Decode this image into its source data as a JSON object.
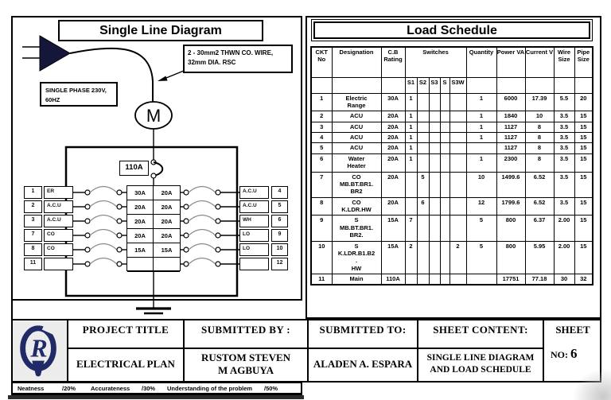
{
  "titles": {
    "single_line_diagram": "Single Line Diagram",
    "load_schedule": "Load Schedule"
  },
  "colors": {
    "ink": "#000000",
    "logo_navy": "#1f2a66",
    "plug_fill": "#15173a",
    "arc_gray": "#8a8a8a"
  },
  "diagram": {
    "wire_note_line1": "2 - 30mm2 THWN CO. WIRE,",
    "wire_note_line2": "32mm DIA. RSC",
    "phase_note_line1": "SINGLE PHASE 230V,",
    "phase_note_line2": "60HZ",
    "meter_label": "M",
    "main_breaker_rating": "110A",
    "breaker_grid": [
      "30A",
      "20A",
      "20A",
      "20A",
      "20A",
      "20A",
      "20A",
      "20A",
      "15A",
      "15A",
      "",
      ""
    ],
    "left_circuits": [
      {
        "no": "1",
        "label": "ER"
      },
      {
        "no": "2",
        "label": "A.C.U"
      },
      {
        "no": "3",
        "label": "A.C.U"
      },
      {
        "no": "7",
        "label": "CO"
      },
      {
        "no": "8",
        "label": "CO"
      },
      {
        "no": "11",
        "label": ""
      }
    ],
    "right_circuits": [
      {
        "label": "A.C.U",
        "no": "4"
      },
      {
        "label": "A.C.U",
        "no": "5"
      },
      {
        "label": "WH",
        "no": "6"
      },
      {
        "label": "LO",
        "no": "9"
      },
      {
        "label": "LO",
        "no": "10"
      },
      {
        "label": "",
        "no": "12"
      }
    ]
  },
  "load_schedule": {
    "headers": {
      "ckt": "CKT No",
      "designation": "Designation",
      "cb": "C.B Rating",
      "switches": "Switches",
      "qty": "Quantity",
      "power": "Power VA",
      "current": "Current V",
      "wire": "Wire Size",
      "pipe": "Pipe Size"
    },
    "switch_headers": [
      "S1",
      "S2",
      "S3",
      "S",
      "S3W"
    ],
    "row_keys": [
      "ckt",
      "designation",
      "cb",
      "s1",
      "s2",
      "s3",
      "s",
      "s3w",
      "qty",
      "power",
      "current",
      "wire",
      "pipe"
    ],
    "rows": [
      {
        "ckt": "1",
        "designation": "Electric\nRange",
        "cb": "30A",
        "s1": "1",
        "s2": "",
        "s3": "",
        "s": "",
        "s3w": "",
        "qty": "1",
        "power": "6000",
        "current": "17.39",
        "wire": "5.5",
        "pipe": "20"
      },
      {
        "ckt": "2",
        "designation": "ACU",
        "cb": "20A",
        "s1": "1",
        "s2": "",
        "s3": "",
        "s": "",
        "s3w": "",
        "qty": "1",
        "power": "1840",
        "current": "10",
        "wire": "3.5",
        "pipe": "15"
      },
      {
        "ckt": "3",
        "designation": "ACU",
        "cb": "20A",
        "s1": "1",
        "s2": "",
        "s3": "",
        "s": "",
        "s3w": "",
        "qty": "1",
        "power": "1127",
        "current": "8",
        "wire": "3.5",
        "pipe": "15"
      },
      {
        "ckt": "4",
        "designation": "ACU",
        "cb": "20A",
        "s1": "1",
        "s2": "",
        "s3": "",
        "s": "",
        "s3w": "",
        "qty": "1",
        "power": "1127",
        "current": "8",
        "wire": "3.5",
        "pipe": "15"
      },
      {
        "ckt": "5",
        "designation": "ACU",
        "cb": "20A",
        "s1": "1",
        "s2": "",
        "s3": "",
        "s": "",
        "s3w": "",
        "qty": "",
        "power": "1127",
        "current": "8",
        "wire": "3.5",
        "pipe": "15"
      },
      {
        "ckt": "6",
        "designation": "Water\nHeater",
        "cb": "20A",
        "s1": "1",
        "s2": "",
        "s3": "",
        "s": "",
        "s3w": "",
        "qty": "1",
        "power": "2300",
        "current": "8",
        "wire": "3.5",
        "pipe": "15"
      },
      {
        "ckt": "7",
        "designation": "CO\nMB.BT.BR1.\nBR2",
        "cb": "20A",
        "s1": "",
        "s2": "5",
        "s3": "",
        "s": "",
        "s3w": "",
        "qty": "10",
        "power": "1499.6",
        "current": "6.52",
        "wire": "3.5",
        "pipe": "15"
      },
      {
        "ckt": "8",
        "designation": "CO\nK.LDR.HW",
        "cb": "20A",
        "s1": "",
        "s2": "6",
        "s3": "",
        "s": "",
        "s3w": "",
        "qty": "12",
        "power": "1799.6",
        "current": "6.52",
        "wire": "3.5",
        "pipe": "15"
      },
      {
        "ckt": "9",
        "designation": "S\nMB.BT.BR1.\nBR2.",
        "cb": "15A",
        "s1": "7",
        "s2": "",
        "s3": "",
        "s": "",
        "s3w": "",
        "qty": "5",
        "power": "800",
        "current": "6.37",
        "wire": "2.00",
        "pipe": "15"
      },
      {
        "ckt": "10",
        "designation": "S\nK.LDR.B1.B2\n.\nHW",
        "cb": "15A",
        "s1": "2",
        "s2": "",
        "s3": "",
        "s": "",
        "s3w": "2",
        "qty": "5",
        "power": "800",
        "current": "5.95",
        "wire": "2.00",
        "pipe": "15"
      },
      {
        "ckt": "11",
        "designation": "Main",
        "cb": "110A",
        "s1": "",
        "s2": "",
        "s3": "",
        "s": "",
        "s3w": "",
        "qty": "",
        "power": "17751",
        "current": "77.18",
        "wire": "30",
        "pipe": "32"
      }
    ]
  },
  "title_block": {
    "project_title_label": "PROJECT TITLE",
    "project_title": "ELECTRICAL PLAN",
    "submitted_by_label": "SUBMITTED BY :",
    "submitted_by": "RUSTOM STEVEN M AGBUYA",
    "submitted_to_label": "SUBMITTED TO:",
    "submitted_to": "ALADEN A. ESPARA",
    "sheet_content_label": "SHEET CONTENT:",
    "sheet_content": "SINGLE LINE DIAGRAM AND LOAD SCHEDULE",
    "sheet_label": "SHEET",
    "sheet_no_label": "NO:",
    "sheet_no": "6"
  },
  "logo": {
    "letter": "R"
  },
  "grading": {
    "items": [
      {
        "label": "Neatness",
        "score": "/20%"
      },
      {
        "label": "Accurateness",
        "score": "/30%"
      },
      {
        "label": "Understanding of the problem",
        "score": "/50%"
      }
    ]
  }
}
